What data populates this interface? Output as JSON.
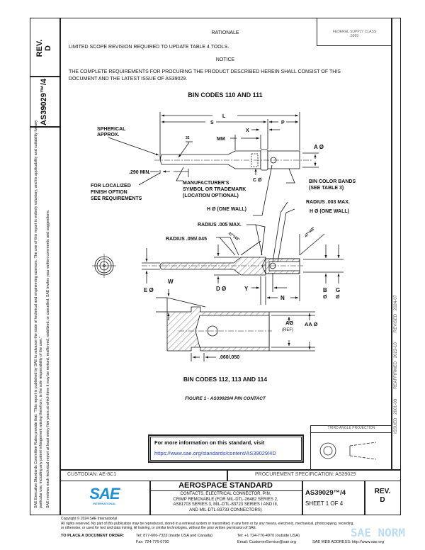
{
  "side": {
    "rev_label": "REV.",
    "rev_value": "D",
    "doc_number": "AS39029™/4",
    "disclaimer_1": "SAE Executive Standards Committee Rules provide that: \"This report is published by SAE to advance the state of technical and engineering sciences. The use of this report is entirely voluntary, and its applicability and suitability for any particular use, including any patent infringement arising therefrom, is the sole responsibility of the user.\"",
    "disclaimer_2": "SAE reviews each technical report at least every five years at which time it may be revised, reaffirmed, stabilized, or cancelled. SAE invites your written comments and suggestions.",
    "issued": "ISSUED 2001-03",
    "reaffirmed": "REAFFIRMED 2022-10",
    "revised": "REVISED 2024-07"
  },
  "header": {
    "fsc_label": "FEDERAL SUPPLY CLASS",
    "fsc_value": "5999",
    "rationale_title": "RATIONALE",
    "rationale_text": "LIMITED SCOPE REVISION REQUIRED TO UPDATE TABLE 4 TOOLS.",
    "notice_title": "NOTICE",
    "notice_line1": "THE COMPLETE REQUIREMENTS FOR PROCURING THE PRODUCT DESCRIBED HEREIN SHALL CONSIST OF THIS",
    "notice_line2": "DOCUMENT AND THE LATEST ISSUE OF AS39029."
  },
  "drawing": {
    "title_top": "BIN CODES 110 AND 111",
    "title_bottom": "BIN CODES 112, 113 AND 114",
    "caption": "FIGURE 1 - AS39029/4 PIN CONTACT",
    "labels": {
      "L": "L",
      "S": "S",
      "P": "P",
      "X": "X",
      "MM": "MM",
      "finish": "32",
      "spherical1": "SPHERICAL",
      "spherical2": "APPROX.",
      "a_dia": "A Ø",
      "min290": ".290 MIN.",
      "localized1": "FOR LOCALIZED",
      "localized2": "FINISH OPTION",
      "localized3": "SEE REQUIREMENTS",
      "c_dia": "C Ø",
      "mfr1": "MANUFACTURER'S",
      "mfr2": "SYMBOL OR TRADEMARK",
      "mfr3": "(LOCATION OPTIONAL)",
      "bands1": "BIN COLOR BANDS",
      "bands2": "(SEE TABLE 3)",
      "h_wall": "H Ø (ONE WALL)",
      "radius003": "RADIUS .003 MAX.",
      "h_wall2": "H Ø (ONE WALL)",
      "radius005": "RADIUS .005 MAX.",
      "radius055": "RADIUS .055/.045",
      "angle": "47°/43°",
      "e_dia": "E Ø",
      "w": "W",
      "d_dia": "D Ø",
      "y": "Y",
      "n": "N",
      "b": "B",
      "g": "G",
      "dia": "Ø",
      "a_ref1": "AØ",
      "a_ref2": "(REF)",
      "aa_dia": "AA Ø",
      "dim060": ".060/.050"
    }
  },
  "info_box": {
    "text": "For more information on this standard, visit",
    "link": "https://www.sae.org/standards/content/AS39029/4D"
  },
  "projection": {
    "label": "THIRD ANGLE PROJECTION"
  },
  "title_block": {
    "custodian": "CUSTODIAN: AE-8C1",
    "procurement": "PROCUREMENT SPECIFICATION: AS39029",
    "logo_text": "SAE",
    "logo_sub": "INTERNATIONAL",
    "standard_title": "AEROSPACE STANDARD",
    "desc1": "CONTACTS, ELECTRICAL CONNECTOR, PIN,",
    "desc2": "CRIMP REMOVABLE (FOR MIL-DTL-26482 SERIES 2,",
    "desc3": "AS81703 SERIES 3, MIL-DTL-83723 SERIES I AND III,",
    "desc4": "AND MIL-DTL-83733 CONNECTORS)",
    "doc_number": "AS39029™/4",
    "sheet": "SHEET 1 OF 4",
    "rev_label": "REV.",
    "rev_value": "D"
  },
  "footer": {
    "copyright": "Copyright © 2024 SAE International",
    "rights1": "All rights reserved. No part of this publication may be reproduced, stored in a retrieval system or transmitted, in any form or by any means, electronic, mechanical, photocopying, recording,",
    "rights2": "or otherwise, or used for text and data mining, AI training, or similar technologies, without the prior written permission of SAE.",
    "order": "TO PLACE A DOCUMENT ORDER:",
    "tel1": "Tel: 877-606-7323 (inside USA and Canada)",
    "tel2": "Tel: +1 724-776-4970 (outside USA)",
    "fax": "Fax: 724-776-0790",
    "email": "Email: CustomerService@sae.org",
    "web": "SAE WEB ADDRESS: http://www.sae.org",
    "watermark": "SAE NORM"
  },
  "colors": {
    "sae_blue": "#1b8fd8",
    "link": "#1a3fd0",
    "watermark": "#9fd0ee"
  }
}
